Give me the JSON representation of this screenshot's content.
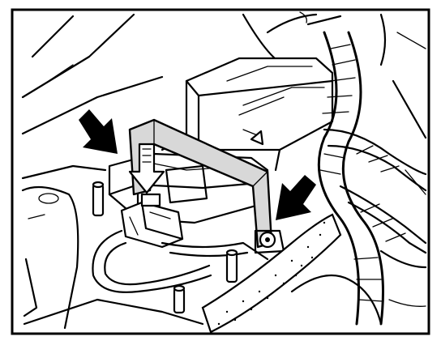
{
  "figure": {
    "frame_color": "#000000",
    "background_color": "#ffffff",
    "ink_color": "#000000",
    "callout_arrows": [
      {
        "icon": "down-arrow-icon",
        "points_to": "connector"
      },
      {
        "icon": "diagonal-arrow-icon",
        "points_to": "module-left-mount"
      },
      {
        "icon": "diagonal-arrow-icon",
        "points_to": "bracket-fastener"
      }
    ]
  }
}
